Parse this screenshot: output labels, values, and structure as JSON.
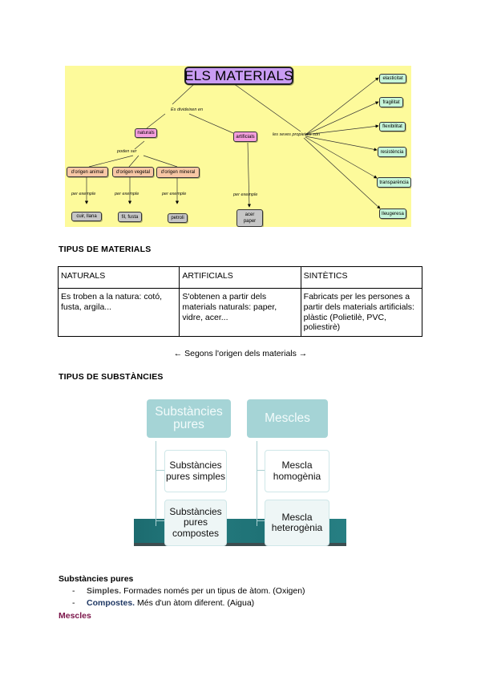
{
  "concept_map": {
    "title": "ELS MATERIALS",
    "link_divide": "Es divideixen en",
    "link_poden_ser": "poden ser",
    "link_properties": "les seves propietats són",
    "link_example": "per exemple",
    "natural": "naturals",
    "artificial": "artificials",
    "origins": [
      "d'origen animal",
      "d'origen vegetal",
      "d'origen mineral"
    ],
    "natural_examples": [
      "cuir, llana",
      "fil, fusta",
      "petroli"
    ],
    "artificial_example": [
      "acer",
      "paper"
    ],
    "properties": [
      "elasticitat",
      "fragilitat",
      "flexibilitat",
      "resistència",
      "transparència",
      "lleugeresa"
    ],
    "colors": {
      "background": "#fdfa9b",
      "title": "#c99cf3",
      "category": "#f59fdd",
      "origin": "#f8c7a5",
      "example": "#c6c6c6",
      "property": "#c6f5d9"
    }
  },
  "materials_section": {
    "heading": "TIPUS DE MATERIALS",
    "table": {
      "headers": [
        "NATURALS",
        "ARTIFICIALS",
        "SINTÈTICS"
      ],
      "rows": [
        [
          "Es troben a la natura: cotó, fusta, argila...",
          "S'obtenen a partir dels materials naturals: paper, vidre, acer...",
          "Fabricats per les persones a partir dels materials artificials: plàstic (Polietilè, PVC, poliestirè)"
        ]
      ]
    },
    "caption": "← Segons l'origen dels materials →"
  },
  "substances_section": {
    "heading": "TIPUS DE SUBSTÀNCIES",
    "diagram": {
      "groups": [
        {
          "label": "Substàncies pures",
          "children": [
            "Substàncies pures simples",
            "Substàncies pures compostes"
          ]
        },
        {
          "label": "Mescles",
          "children": [
            "Mescla homogènia",
            "Mescla heterogènia"
          ]
        }
      ],
      "colors": {
        "parent": "#a5d4d6",
        "band": "#1f7276"
      }
    },
    "pure_heading": "Substàncies pures",
    "bullets": [
      {
        "term": "Simples.",
        "text": " Formades només per un tipus de àtom. (Oxigen)",
        "color": "#404040"
      },
      {
        "term": "Compostes.",
        "text": " Més d'un àtom diferent. (Aigua)",
        "color": "#1f3864"
      }
    ],
    "mixtures_heading": "Mescles",
    "mixtures_color": "#7b1449"
  }
}
